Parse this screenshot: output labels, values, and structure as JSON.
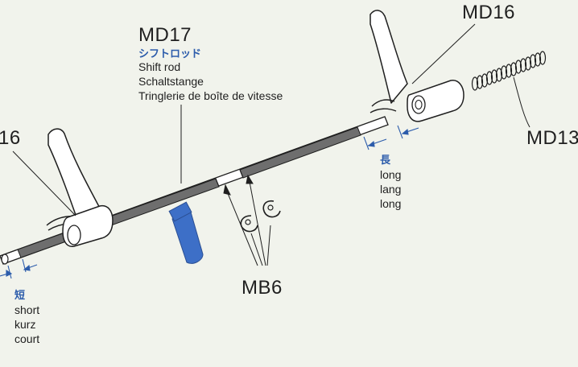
{
  "parts": {
    "shift_rod": "MD17",
    "fork_right": "MD16",
    "fork_left": "16",
    "spring": "MD13",
    "clip": "MB6"
  },
  "shift_rod_caption": {
    "jp": "シフトロッド",
    "lines": [
      "Shift rod",
      "Schaltstange",
      "Tringlerie de boîte de vitesse"
    ]
  },
  "long_end": {
    "jp": "長",
    "lines": [
      "long",
      "lang",
      "long"
    ]
  },
  "short_end": {
    "jp": "短",
    "lines": [
      "short",
      "kurz",
      "court"
    ]
  },
  "colors": {
    "background": "#f1f3ec",
    "ink": "#1f1f1f",
    "accent_blue": "#2c5cab",
    "grease_tube": "#3d6fc7",
    "rod_dark": "#6e6e6e",
    "part_fill": "#ffffff"
  }
}
